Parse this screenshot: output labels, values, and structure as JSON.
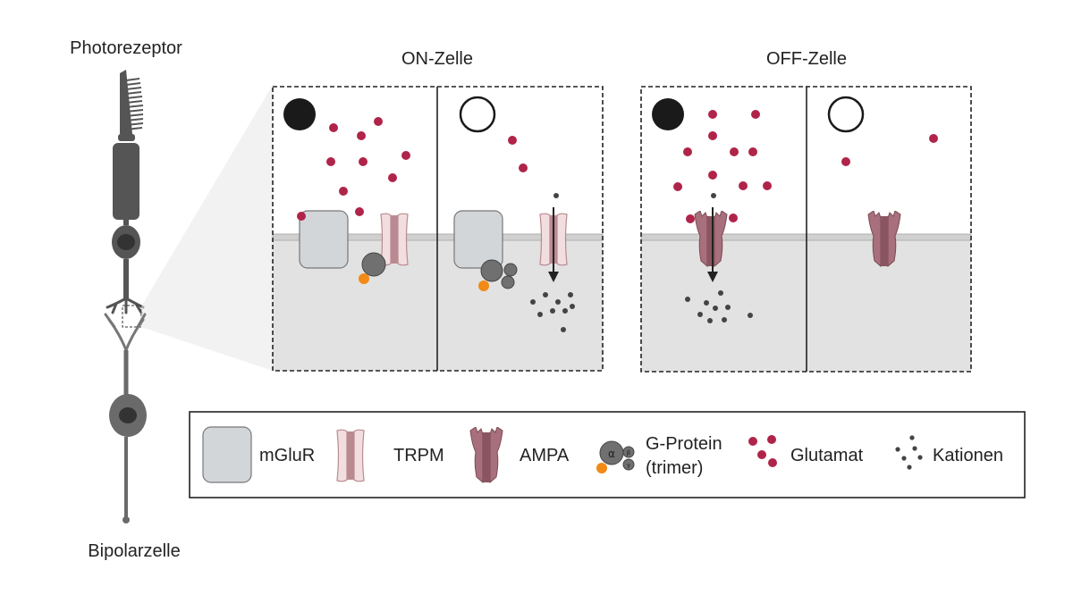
{
  "labels": {
    "photoreceptor": "Photorezeptor",
    "bipolar": "Bipolarzelle",
    "on_cell": "ON-Zelle",
    "off_cell": "OFF-Zelle"
  },
  "legend": {
    "mglur": "mGluR",
    "trpm": "TRPM",
    "ampa": "AMPA",
    "gprotein_line1": "G-Protein",
    "gprotein_line2": "(trimer)",
    "glutamat": "Glutamat",
    "kationen": "Kationen",
    "g_alpha": "α",
    "g_beta": "β",
    "g_gamma": "γ"
  },
  "colors": {
    "glutamate": "#b0244a",
    "cation": "#444444",
    "mglur_fill": "#d3d6d9",
    "trpm_fill": "#f2dede",
    "trpm_core": "#b98a92",
    "ampa_fill": "#a8707c",
    "gprotein": "#707070",
    "gdp_dot": "#f28a16",
    "cytoplasm": "#e2e2e2",
    "membrane": "#bdbdbd",
    "neuron": "#555555"
  }
}
